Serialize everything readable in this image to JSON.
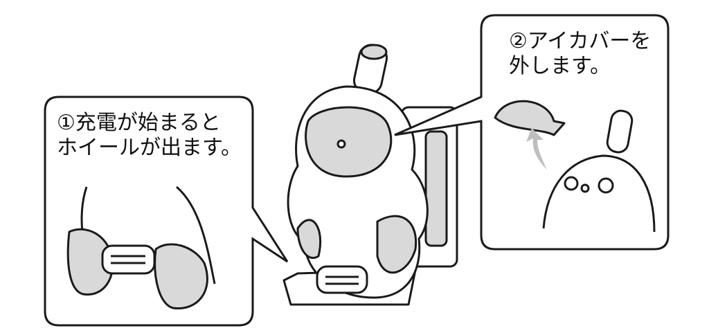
{
  "callouts": {
    "left": {
      "line1": "①充電が始まると",
      "line2": "ホイールが出ます。"
    },
    "right": {
      "line1": "②アイカバーを",
      "line2": "外します。"
    }
  },
  "colors": {
    "fill": "#d9d9d9",
    "stroke": "#1a1a1a",
    "arrow": "#bfbfbf"
  }
}
